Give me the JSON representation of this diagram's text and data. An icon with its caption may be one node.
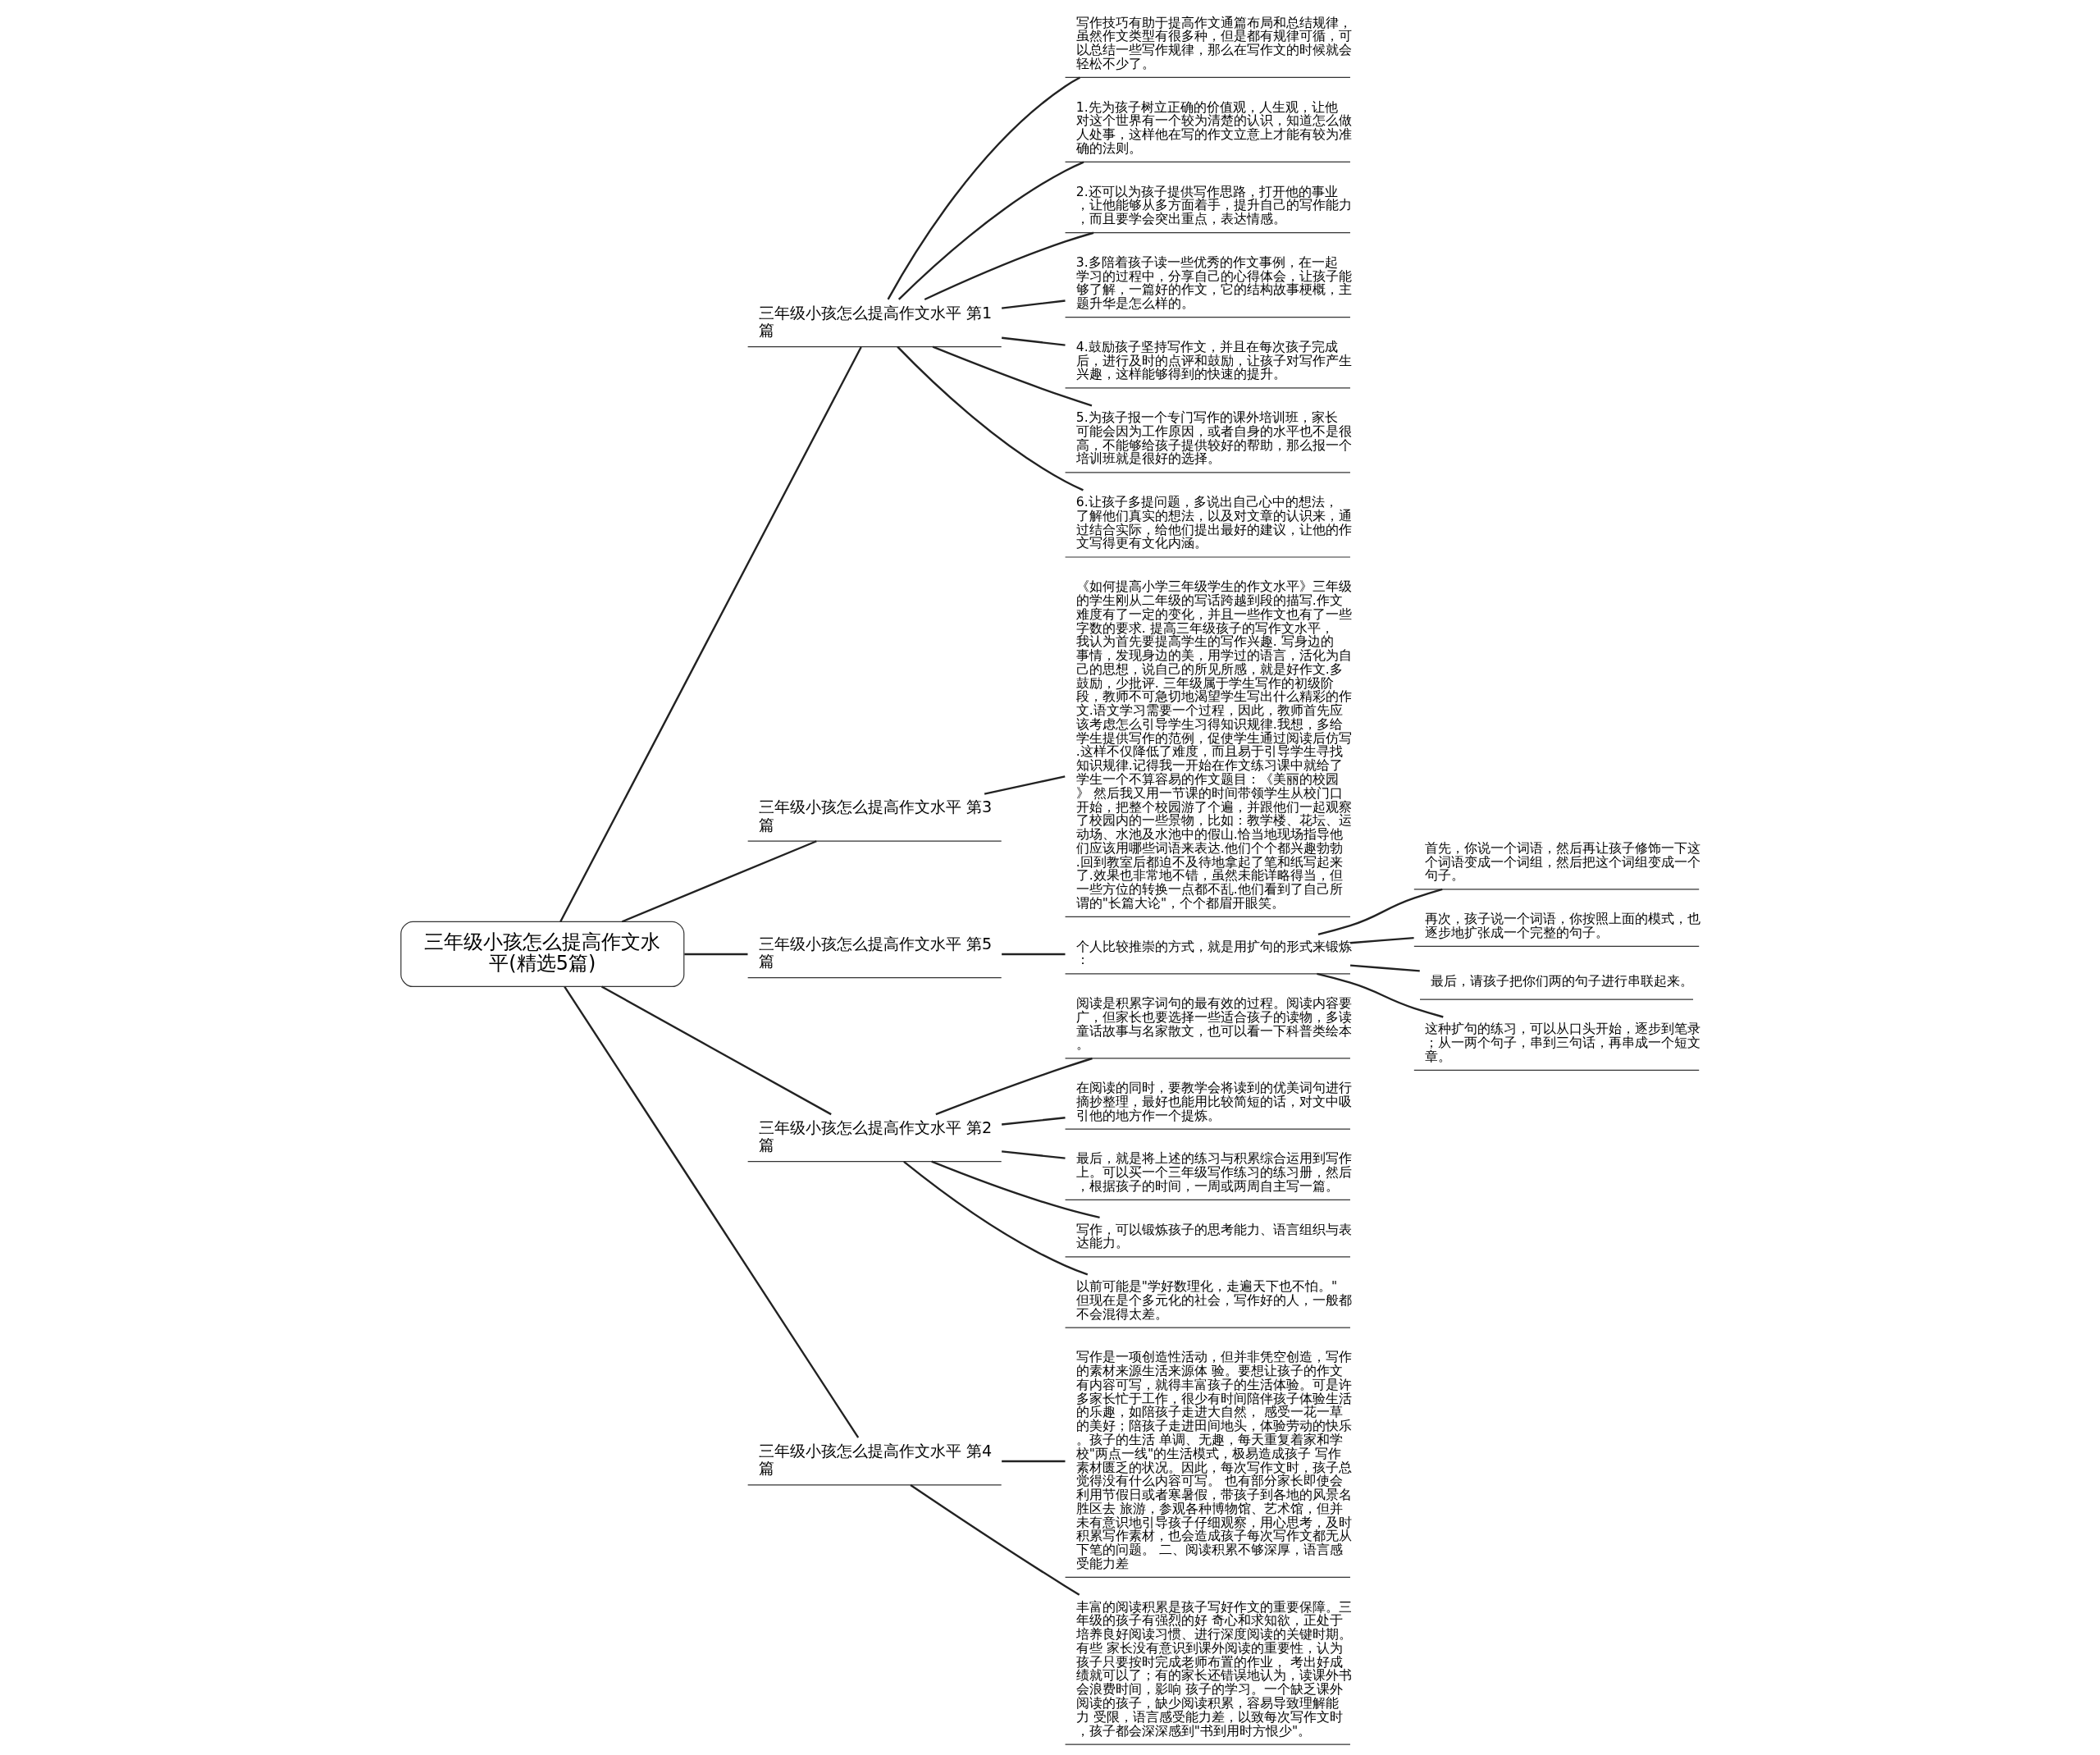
{
  "diagram": {
    "nodes": [
      {
        "text": [
          "三年级小孩怎么提高作文水平(精选5篇)"
        ]
      },
      {
        "text": [
          "三年级小孩怎么提高作文水平 第1篇"
        ]
      },
      {
        "text": [
          "写作技巧有助于提高作文通篇布局和总结规律，虽然作文类型有很多种，但是都有规律可循，可以总结一些写作规律，那么在写作文的时候就会轻松不少了。"
        ]
      },
      {
        "text": [
          "1.先为孩子树立正确的价值观，人生观，让他对这个世界有一个较为清楚的认识，知道怎么做人处事，这样他在写的作文立意上才能有较为准确的法则。"
        ]
      },
      {
        "text": [
          "2.还可以为孩子提供写作思路，打开他的事业，让他能够从多方面着手，提升自己的写作能力，而且要学会突出重点，表达情感。"
        ]
      },
      {
        "text": [
          "3.多陪着孩子读一些优秀的作文事例，在一起学习的过程中，分享自己的心得体会，让孩子能够了解，一篇好的作文，它的结构故事梗概，主题升华是怎么样的。"
        ]
      },
      {
        "text": [
          "4.鼓励孩子坚持写作文，并且在每次孩子完成后，进行及时的点评和鼓励，让孩子对写作产生兴趣，这样能够得到的快速的提升。"
        ]
      },
      {
        "text": [
          "5.为孩子报一个专门写作的课外培训班，家长可能会因为工作原因，或者自身的水平也不是很高，不能够给孩子提供较好的帮助，那么报一个培训班就是很好的选择。"
        ]
      },
      {
        "text": [
          "6.让孩子多提问题，多说出自己心中的想法，了解他们真实的想法，以及对文章的认识来，通过结合实际，给他们提出最好的建议，让他的作文写得更有文化内涵。"
        ]
      },
      {
        "text": [
          "三年级小孩怎么提高作文水平 第3篇"
        ]
      },
      {
        "text": [
          "《如何提高小学三年级学生的作文水平》三年级的学生刚从二年级的写话跨越到段的描写.作文难度有了一定的变化，并且一些作文也有了一些字数的要求. 提高三年级孩子的写作文水平，我认为首先要提高学生的写作兴趣. 写身边的事情，发现身边的美，用学过的语言，活化为自己的思想，说自己的所见所感，就是好作文.多鼓励，少批评. 三年级属于学生写作的初级阶段，教师不可急切地渴望学生写出什么精彩的作文.语文学习需要一个过程，因此，教师首先应该考虑怎么引导学生习得知识规律.我想，多给学生提供写作的范例，促使学生通过阅读后仿写.这样不仅降低了难度，而且易于引导学生寻找知识规律.记得我一开始在作文练习课中就给了学生一个不算容易的作文题目：《美丽的校园》 然后我又用一节课的时间带领学生从校门口开始，把整个校园游了个遍，并跟他们一起观察了校园内的一些景物，比如：教学楼、花坛、运动场、水池及水池中的假山.恰当地现场指导他们应该用哪些词语来表达.他们个个都兴趣勃勃.回到教室后都迫不及待地拿起了笔和纸写起来了.效果也非常地不错，虽然未能详略得当，但一些方位的转换一点都不乱.他们看到了自己所谓的\"长篇大论\"，个个都眉开眼笑。"
        ]
      },
      {
        "text": [
          "三年级小孩怎么提高作文水平 第5篇"
        ]
      },
      {
        "text": [
          "个人比较推崇的方式，就是用扩句的形式来锻炼："
        ]
      },
      {
        "text": [
          "首先，你说一个词语，然后再让孩子修饰一下这个词语变成一个词组，然后把这个词组变成一个句子。"
        ]
      },
      {
        "text": [
          "再次，孩子说一个词语，你按照上面的模式，也逐步地扩张成一个完整的句子。"
        ]
      },
      {
        "text": [
          "最后，请孩子把你们两的句子进行串联起来。"
        ]
      },
      {
        "text": [
          "这种扩句的练习，可以从口头开始，逐步到笔录；从一两个句子，串到三句话，再串成一个短文章。"
        ]
      },
      {
        "text": [
          "三年级小孩怎么提高作文水平 第2篇"
        ]
      },
      {
        "text": [
          "阅读是积累字词句的最有效的过程。阅读内容要广，但家长也要选择一些适合孩子的读物，多读童话故事与名家散文，也可以看一下科普类绘本。"
        ]
      },
      {
        "text": [
          "在阅读的同时，要教学会将读到的优美词句进行摘抄整理，最好也能用比较简短的话，对文中吸引他的地方作一个提炼。"
        ]
      },
      {
        "text": [
          "最后，就是将上述的练习与积累综合运用到写作上。可以买一个三年级写作练习的练习册，然后，根据孩子的时间，一周或两周自主写一篇。"
        ]
      },
      {
        "text": [
          "写作，可以锻炼孩子的思考能力、语言组织与表达能力。"
        ]
      },
      {
        "text": [
          "以前可能是\"学好数理化，走遍天下也不怕。\"但现在是个多元化的社会，写作好的人，一般都不会混得太差。"
        ]
      },
      {
        "text": [
          "三年级小孩怎么提高作文水平 第4篇"
        ]
      },
      {
        "text": [
          "写作是一项创造性活动，但并非凭空创造，写作的素材来源生活来源体 验。要想让孩子的作文有内容可写，就得丰富孩子的生活体验。可是许多家长忙于工作，很少有时间陪伴孩子体验生活的乐趣，如陪孩子走进大自然， 感受一花一草的美好；陪孩子走进田间地头，体验劳动的快乐。孩子的生活 单调、无趣，每天重复着家和学校\"两点一线\"的生活模式，极易造成孩子 写作素材匮乏的状况。因此，每次写作文时，孩子总觉得没有什么内容可写。 也有部分家长即使会利用节假日或者寒暑假，带孩子到各地的风景名胜区去 旅游，参观各种博物馆、艺术馆，但并未有意识地引导孩子仔细观察，用心思考，及时积累写作素材，也会造成孩子每次写作文都无从下笔的问题。 二、阅读积累不够深厚，语言感受能力差"
        ]
      },
      {
        "text": [
          "丰富的阅读积累是孩子写好作文的重要保障。三年级的孩子有强烈的好 奇心和求知欲，正处于培养良好阅读习惯、进行深度阅读的关键时期。有些 家长没有意识到课外阅读的重要性，认为孩子只要按时完成老师布置的作业， 考出好成绩就可以了；有的家长还错误地认为，读课外书会浪费时间，影响 孩子的学习。一个缺乏课外阅读的孩子，缺少阅读积累，容易导致理解能力 受限，语言感受能力差，以致每次写作文时，孩子都会深深感到\"书到用时方恨少\"。"
        ]
      }
    ],
    "edges": [
      {
        "from": 0,
        "to": 1,
        "arrow": "none"
      },
      {
        "from": 1,
        "to": 2,
        "arrow": "none"
      },
      {
        "from": 1,
        "to": 3,
        "arrow": "none"
      },
      {
        "from": 1,
        "to": 4,
        "arrow": "none"
      },
      {
        "from": 1,
        "to": 5,
        "arrow": "none"
      },
      {
        "from": 1,
        "to": 6,
        "arrow": "none"
      },
      {
        "from": 1,
        "to": 7,
        "arrow": "none"
      },
      {
        "from": 1,
        "to": 8,
        "arrow": "none"
      },
      {
        "from": 0,
        "to": 9,
        "arrow": "none"
      },
      {
        "from": 9,
        "to": 10,
        "arrow": "none"
      },
      {
        "from": 0,
        "to": 11,
        "arrow": "none"
      },
      {
        "from": 11,
        "to": 12,
        "arrow": "none"
      },
      {
        "from": 12,
        "to": 13,
        "arrow": "none"
      },
      {
        "from": 12,
        "to": 14,
        "arrow": "none"
      },
      {
        "from": 12,
        "to": 15,
        "arrow": "none"
      },
      {
        "from": 12,
        "to": 16,
        "arrow": "none"
      },
      {
        "from": 0,
        "to": 17,
        "arrow": "none"
      },
      {
        "from": 17,
        "to": 18,
        "arrow": "none"
      },
      {
        "from": 17,
        "to": 19,
        "arrow": "none"
      },
      {
        "from": 17,
        "to": 20,
        "arrow": "none"
      },
      {
        "from": 17,
        "to": 21,
        "arrow": "none"
      },
      {
        "from": 17,
        "to": 22,
        "arrow": "none"
      },
      {
        "from": 0,
        "to": 23,
        "arrow": "none"
      },
      {
        "from": 23,
        "to": 24,
        "arrow": "none"
      },
      {
        "from": 23,
        "to": 25,
        "arrow": "none"
      }
    ]
  }
}
